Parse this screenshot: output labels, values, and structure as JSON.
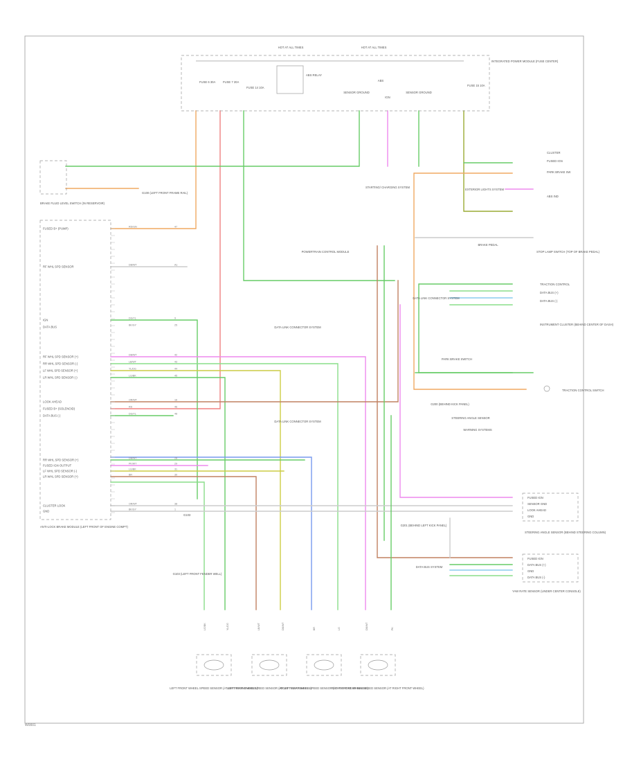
{
  "colors": {
    "green": "#66cc66",
    "light_green": "#88dd88",
    "orange": "#f0a860",
    "red": "#f08080",
    "pink": "#ee88ee",
    "brown": "#c08060",
    "yellow": "#cccc44",
    "blue": "#7799ee",
    "light_blue": "#88ccee",
    "olive": "#99aa33",
    "gray": "#9a9a9a"
  },
  "fuse_block": {
    "top_left": "HOT AT ALL TIMES",
    "top_right": "HOT AT ALL TIMES",
    "fuses": [
      "FUSE 6 30A",
      "FUSE 7 20A",
      "FUSE 14 10A"
    ],
    "relay": "ABS RELAY",
    "module": "ABS",
    "bus_labels": [
      "SENSOR GROUND",
      "IGN",
      "SENSOR GROUND"
    ],
    "fuse_right": "FUSE 15 10A",
    "name": "INTEGRATED POWER MODULE (FUSE CENTER)"
  },
  "left_module": {
    "switch_name": "BRAKE FLUID LEVEL SWITCH (IN RESERVOIR)",
    "ground_note": "G100 (LEFT FRONT FRAME RAIL)",
    "name": "ANTI-LOCK BRAKE MODULE (LEFT FRONT OF ENGINE COMPT)",
    "pins": [
      {
        "label": "FUSED B+ (PUMP)",
        "wire": "RD/GN",
        "pin": "47"
      },
      {
        "label": "RF WHL SPD SENSOR",
        "wire": "DB/WT",
        "pin": "A1"
      },
      {
        "label": "IGN",
        "wire": "DG/YL",
        "pin": "9"
      },
      {
        "label": "DATA BUS",
        "wire": "BK/GY",
        "pin": "25"
      },
      {
        "label": "RF WHL SPD SENSOR (+)",
        "wire": "DB/WT",
        "pin": "42"
      },
      {
        "label": "RR WHL SPD SENSOR (-)",
        "wire": "LB/WT",
        "pin": "43"
      },
      {
        "label": "LF WHL SPD SENSOR (+)",
        "wire": "YL/DG",
        "pin": "44"
      },
      {
        "label": "LR WHL SPD SENSOR (-)",
        "wire": "LG/BK",
        "pin": "45"
      },
      {
        "label": "LOOK AHEAD",
        "wire": "OR/WT",
        "pin": "16"
      },
      {
        "label": "FUSED B+ (SOLENOID)",
        "wire": "RD",
        "pin": "46"
      },
      {
        "label": "DATA BUS (-)",
        "wire": "DG/YL",
        "pin": "48"
      },
      {
        "label": "RR WHL SPD SENSOR (+)",
        "wire": "DB/WT",
        "pin": "28"
      },
      {
        "label": "FUSED IGN OUTPUT",
        "wire": "PK/WT",
        "pin": "29"
      },
      {
        "label": "LF WHL SPD SENSOR (-)",
        "wire": "LG/BK",
        "pin": "31"
      },
      {
        "label": "LR WHL SPD SENSOR (+)",
        "wire": "BR",
        "pin": "30"
      },
      {
        "label": "CLUSTER LOOK",
        "wire": "OR/WT",
        "pin": "38"
      },
      {
        "label": "GND",
        "wire": "BK/GY",
        "pin": "1"
      }
    ]
  },
  "grounds": [
    "G103 (LEFT FRONT FENDER WELL)"
  ],
  "systems": {
    "starting": "STARTING/ CHARGING SYSTEM",
    "pcm_note": "POWERTRAIN CONTROL MODULE",
    "exterior_lights": "EXTERIOR LIGHTS SYSTEM",
    "data_link_1": "DATA LINK CONNECTOR SYSTEM",
    "data_link_2": "DATA LINK CONNECTOR SYSTEM",
    "data_link_3": "DATA LINK CONNECTOR SYSTEM",
    "warning": "WARNING SYSTEMS",
    "bus": "DATA BUS SYSTEM"
  },
  "right_side": {
    "cluster_top": [
      "CLUSTER",
      "FUSED IGN",
      "PARK BRAKE SW",
      "ABS IND"
    ],
    "stop_lamp": "STOP LAMP SWITCH (TOP OF BRAKE PEDAL)",
    "brake_pedal": "BRAKE PEDAL",
    "cluster_mid": [
      "TRACTION CONTROL",
      "DATA BUS (+)",
      "DATA BUS (-)"
    ],
    "cluster_name": "INSTRUMENT CLUSTER (BEHIND CENTER OF DASH)",
    "park_brake": "PARK BRAKE SWITCH",
    "traction_sw": "TRACTION CONTROL SWITCH",
    "g200": "G200 (BEHIND KICK PANEL)",
    "steering": "STEERING ANGLE SENSOR",
    "lower_block_1": [
      "FUSED IGN",
      "SENSOR GND",
      "LOOK AHEAD",
      "GND"
    ],
    "lower_block_1_name": "STEERING ANGLE SENSOR (BEHIND STEERING COLUMN)",
    "g201": "G201 (BEHIND LEFT KICK PANEL)",
    "lower_block_2": [
      "FUSED IGN",
      "DATA BUS (+)",
      "GND",
      "DATA BUS (-)"
    ],
    "lower_block_2_name": "YAW RATE SENSOR (UNDER CENTER CONSOLE)"
  },
  "sensors": [
    "LEFT FRONT WHEEL SPEED SENSOR (AT LEFT FRONT WHEEL)",
    "LEFT REAR WHEEL SPEED SENSOR (AT LEFT REAR WHEEL)",
    "RIGHT REAR WHEEL SPEED SENSOR (AT RIGHT REAR WHEEL)",
    "RIGHT FRONT WHEEL SPEED SENSOR (AT RIGHT FRONT WHEEL)"
  ],
  "sensor_wires": [
    "LG/BK",
    "YL/DG",
    "LB/WT",
    "DB/WT",
    "BR",
    "LG",
    "DB/WT",
    "PK"
  ],
  "left_bottom_note": "G103",
  "footer_code": "W0001"
}
